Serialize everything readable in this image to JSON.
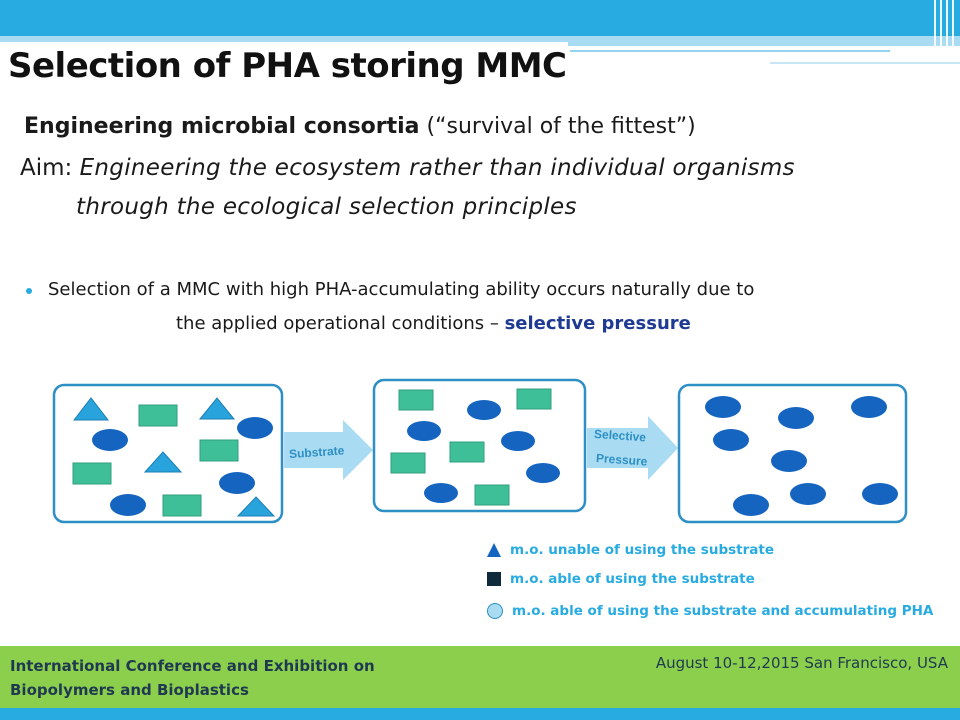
{
  "slide": {
    "title": "Selection of PHA storing MMC",
    "heading_bold": "Engineering microbial consortia",
    "heading_rest": " (“survival of the fittest”)",
    "aim_label": "Aim",
    "aim_text_1": ": ",
    "aim_italic_1": "Engineering the ecosystem rather than individual organisms",
    "aim_italic_2": "through the ecological selection principles",
    "bullet_line_1": "Selection of a MMC with high PHA-accumulating ability occurs naturally due to",
    "bullet_line_2": "the applied operational conditions – ",
    "bullet_highlight": "selective pressure"
  },
  "diagram": {
    "arrow_1_label": "Substrate",
    "arrow_2_label_1": "Selective",
    "arrow_2_label_2": "Pressure",
    "legend": [
      {
        "icon": "triangle-icon",
        "label": "m.o. unable of using the substrate"
      },
      {
        "icon": "square-icon",
        "label": "m.o. able of using the substrate"
      },
      {
        "icon": "circle-icon",
        "label": "m.o. able of using the substrate and accumulating PHA"
      }
    ],
    "colors": {
      "triangle": "#29a3dc",
      "square": "#3fbf98",
      "circle": "#1565c0",
      "box_border": "#2d8fc4",
      "arrow": "#a9dcf2"
    }
  },
  "footer": {
    "left_line_1": "International Conference and Exhibition on",
    "left_line_2": "Biopolymers and Bioplastics",
    "right": "August 10-12,2015 San Francisco, USA"
  }
}
